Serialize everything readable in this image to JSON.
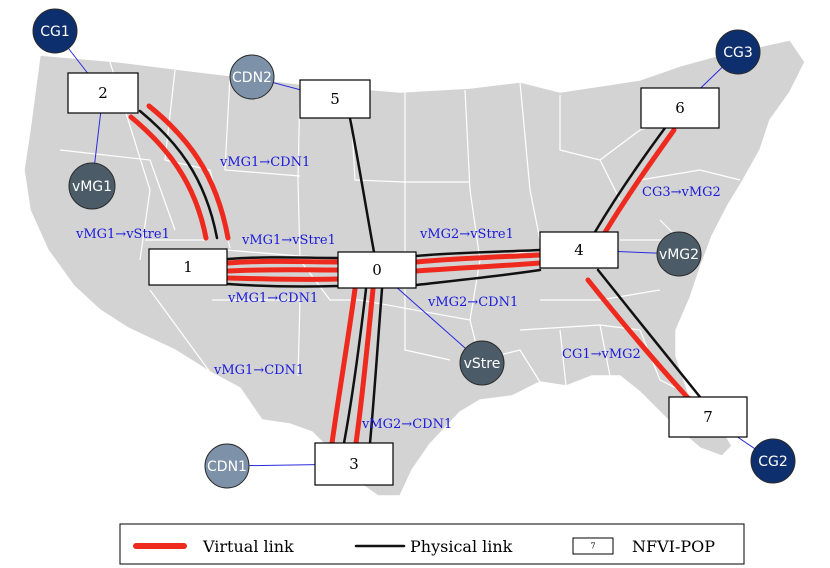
{
  "colors": {
    "virtual_link": "#ee2a1f",
    "physical_link": "#111111",
    "attach_line": "#2a2ae0",
    "flow_text": "#1a1adc",
    "map_fill": "#d3d3d3",
    "vnf_dark": "#4b5b68",
    "vnf_light": "#7d92a8",
    "vnf_navy": "#0e2f6e"
  },
  "nfvi_pops": [
    {
      "id": "pop-0",
      "label": "0"
    },
    {
      "id": "pop-1",
      "label": "1"
    },
    {
      "id": "pop-2",
      "label": "2"
    },
    {
      "id": "pop-3",
      "label": "3"
    },
    {
      "id": "pop-4",
      "label": "4"
    },
    {
      "id": "pop-5",
      "label": "5"
    },
    {
      "id": "pop-6",
      "label": "6"
    },
    {
      "id": "pop-7",
      "label": "7"
    }
  ],
  "vnfs": [
    {
      "id": "cg1",
      "label": "CG1",
      "style": "navy",
      "attached_to": "2"
    },
    {
      "id": "cdn2",
      "label": "CDN2",
      "style": "light",
      "attached_to": "5"
    },
    {
      "id": "cg3",
      "label": "CG3",
      "style": "navy",
      "attached_to": "6"
    },
    {
      "id": "vmg1",
      "label": "vMG1",
      "style": "dark",
      "attached_to": "2"
    },
    {
      "id": "vmg2",
      "label": "vMG2",
      "style": "dark",
      "attached_to": "4"
    },
    {
      "id": "vstre",
      "label": "vStre",
      "style": "dark",
      "attached_to": "0"
    },
    {
      "id": "cdn1",
      "label": "CDN1",
      "style": "light",
      "attached_to": "3"
    },
    {
      "id": "cg2",
      "label": "CG2",
      "style": "navy",
      "attached_to": "7"
    }
  ],
  "links": [
    {
      "from": "2",
      "to": "1",
      "virtual": true
    },
    {
      "from": "1",
      "to": "0",
      "virtual": true
    },
    {
      "from": "5",
      "to": "0",
      "virtual": false
    },
    {
      "from": "0",
      "to": "4",
      "virtual": true
    },
    {
      "from": "4",
      "to": "6",
      "virtual": true
    },
    {
      "from": "4",
      "to": "7",
      "virtual": true
    },
    {
      "from": "0",
      "to": "3",
      "virtual": true
    }
  ],
  "flow_labels": [
    {
      "id": "f1",
      "text": "vMG1→CDN1"
    },
    {
      "id": "f2",
      "text": "vMG1→vStre1"
    },
    {
      "id": "f3",
      "text": "vMG1→vStre1"
    },
    {
      "id": "f4",
      "text": "vMG1→CDN1"
    },
    {
      "id": "f5",
      "text": "vMG2→vStre1"
    },
    {
      "id": "f6",
      "text": "vMG2→CDN1"
    },
    {
      "id": "f7",
      "text": "CG3→vMG2"
    },
    {
      "id": "f8",
      "text": "CG1→vMG2"
    },
    {
      "id": "f9",
      "text": "vMG1→CDN1"
    },
    {
      "id": "f10",
      "text": "vMG2→CDN1"
    }
  ],
  "legend": {
    "virtual_link": "Virtual link",
    "physical_link": "Physical link",
    "nfvi_pop": "NFVI-POP",
    "nfvi_pop_sample": "7"
  }
}
